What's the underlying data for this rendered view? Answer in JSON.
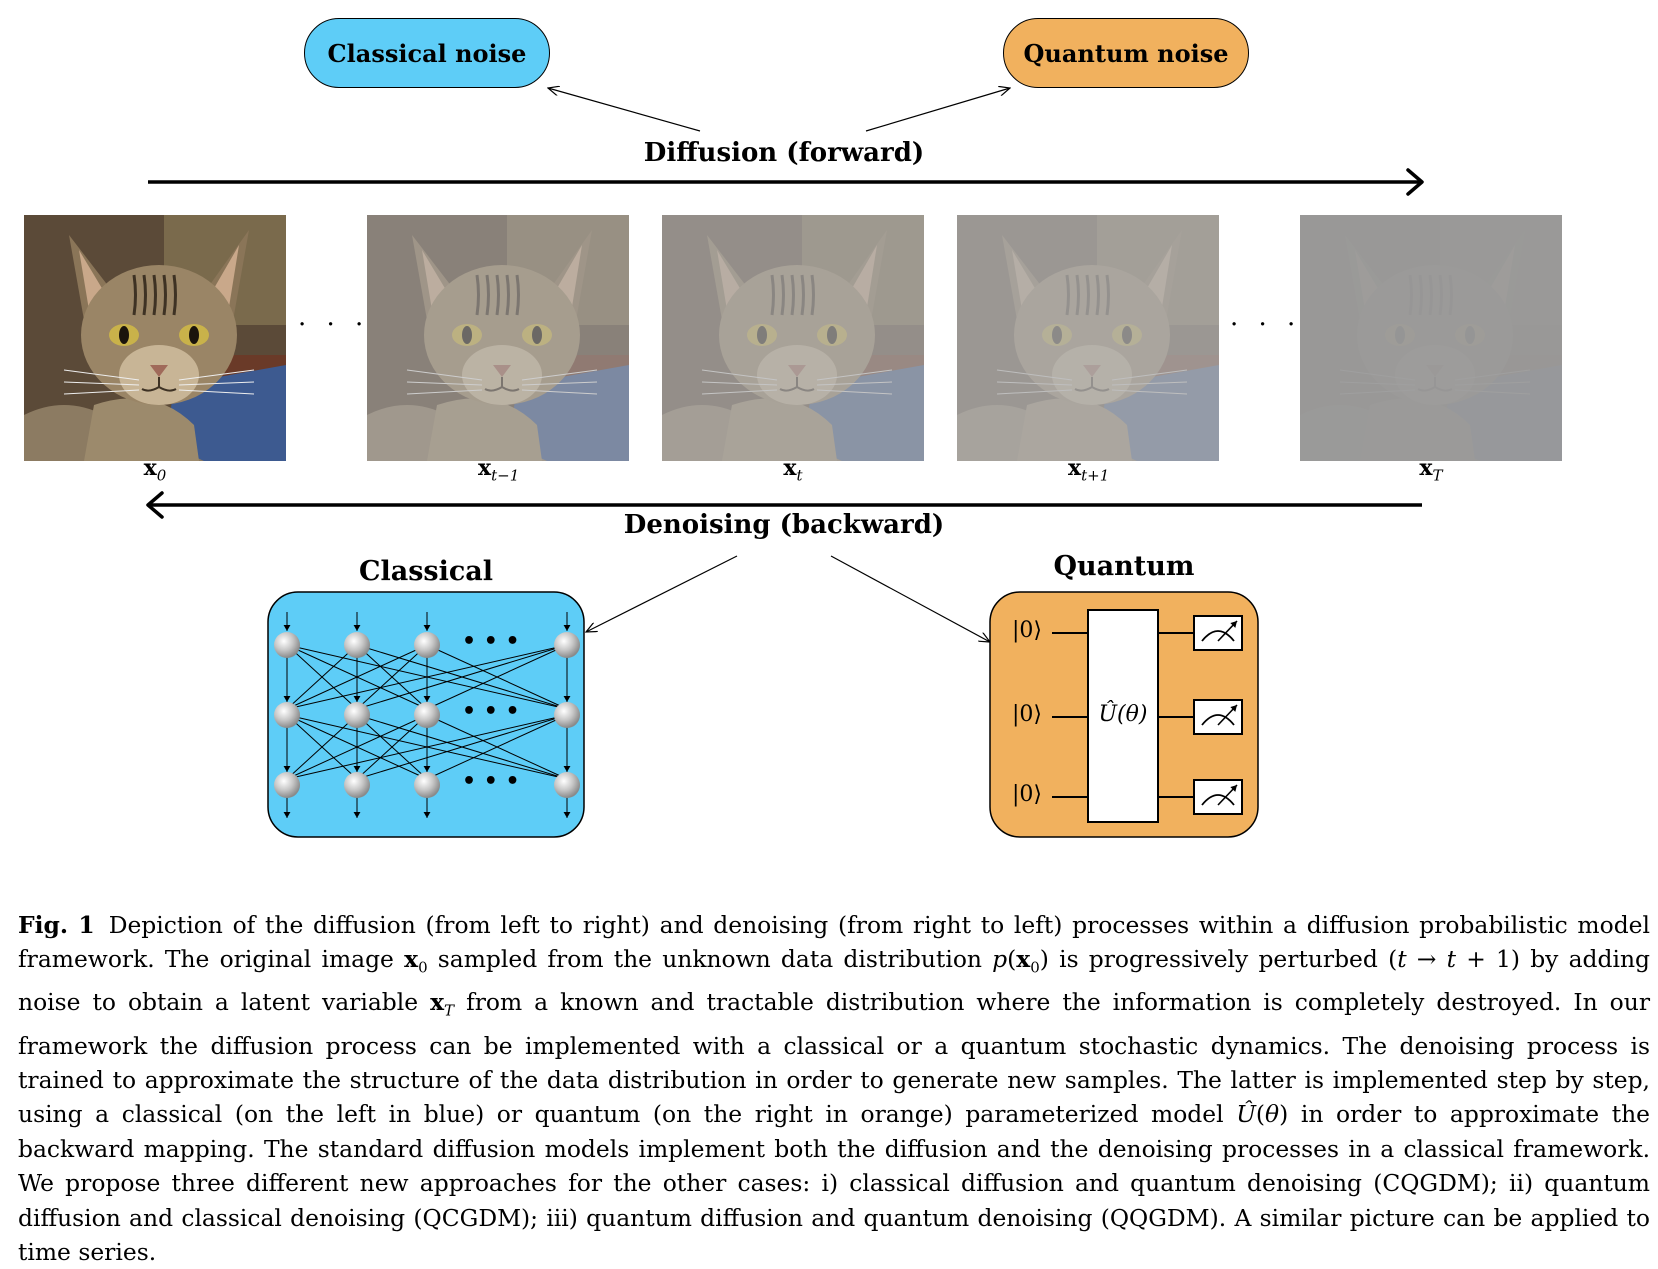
{
  "noise": {
    "classical_label": "Classical noise",
    "classical_color": "#5ecdf7",
    "quantum_label": "Quantum noise",
    "quantum_color": "#f1b15e"
  },
  "forward_label": "Diffusion (forward)",
  "backward_label": "Denoising (backward)",
  "ellipsis": "· · ·",
  "images": [
    {
      "name": "x0",
      "label": "x",
      "subscript": "0",
      "noise_level": 0.0
    },
    {
      "name": "x-t-minus-1",
      "label": "x",
      "subscript": "t−1",
      "noise_level": 0.35
    },
    {
      "name": "x-t",
      "label": "x",
      "subscript": "t",
      "noise_level": 0.55
    },
    {
      "name": "x-t-plus-1",
      "label": "x",
      "subscript": "t+1",
      "noise_level": 0.7
    },
    {
      "name": "x-T",
      "label": "x",
      "subscript": "T",
      "noise_level": 1.0
    }
  ],
  "classical_panel": {
    "title": "Classical",
    "color": "#5ecdf7",
    "row_ellipsis": "• • •"
  },
  "quantum_panel": {
    "title": "Quantum",
    "color": "#f1b15e",
    "qubits": [
      "|0⟩",
      "|0⟩",
      "|0⟩"
    ],
    "gate_label": "Û(θ)"
  },
  "caption": {
    "fig_label": "Fig. 1",
    "segments": [
      {
        "t": "Depiction of the diffusion (from left to right) and denoising (from right to left) processes within a diffusion probabilistic model framework. The original image "
      },
      {
        "t": "x",
        "style": "mb"
      },
      {
        "t": "0",
        "style": "sub"
      },
      {
        "t": " sampled from the unknown data distribution "
      },
      {
        "t": "p",
        "style": "i"
      },
      {
        "t": "("
      },
      {
        "t": "x",
        "style": "mb"
      },
      {
        "t": "0",
        "style": "sub"
      },
      {
        "t": ") is progressively perturbed ("
      },
      {
        "t": "t",
        "style": "i"
      },
      {
        "t": " → "
      },
      {
        "t": "t",
        "style": "i"
      },
      {
        "t": " + 1) by adding noise to obtain a latent variable "
      },
      {
        "t": "x",
        "style": "mb"
      },
      {
        "t": "T",
        "style": "subi"
      },
      {
        "t": " from a known and tractable distribution where the information is completely destroyed. In our framework the diffusion process can be implemented with a classical or a quantum stochastic dynamics. The denoising process is trained to approximate the structure of the data distribution in order to generate new samples. The latter is implemented step by step, using a classical (on the left in blue) or quantum (on the right in orange) parameterized model "
      },
      {
        "t": "Û",
        "style": "i"
      },
      {
        "t": "("
      },
      {
        "t": "θ",
        "style": "i"
      },
      {
        "t": ") in order to approximate the backward mapping. The standard diffusion models implement both the diffusion and the denoising processes in a classical framework. We propose three different new approaches for the other cases: i) classical diffusion and quantum denoising (CQGDM); ii) quantum diffusion and classical denoising (QCGDM); iii) quantum diffusion and quantum denoising (QQGDM). A similar picture can be applied to time series."
      }
    ]
  }
}
